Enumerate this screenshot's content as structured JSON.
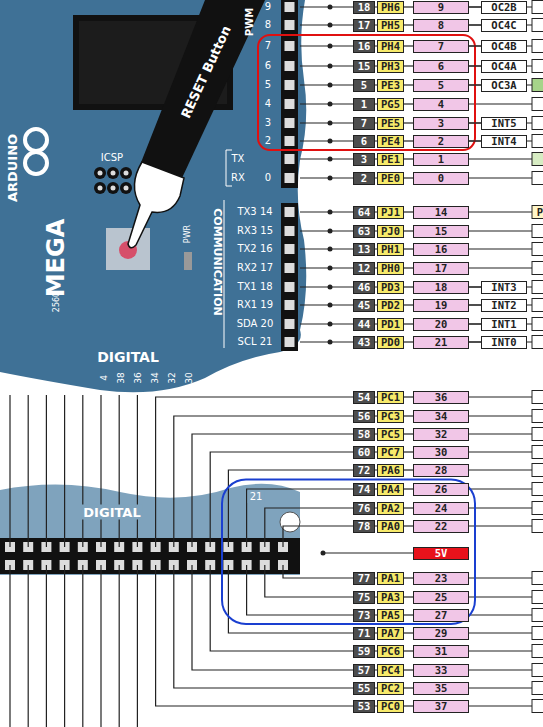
{
  "diagram": {
    "nodes": [
      {
        "text": [
          "18"
        ]
      },
      {
        "text": [
          "PH6"
        ]
      },
      {
        "text": [
          "9"
        ]
      },
      {
        "text": [
          "OC2B"
        ]
      },
      {
        "text": [
          "17"
        ]
      },
      {
        "text": [
          "PH5"
        ]
      },
      {
        "text": [
          "8"
        ]
      },
      {
        "text": [
          "OC4C"
        ]
      },
      {
        "text": [
          "16"
        ]
      },
      {
        "text": [
          "PH4"
        ]
      },
      {
        "text": [
          "7"
        ]
      },
      {
        "text": [
          "OC4B"
        ]
      },
      {
        "text": [
          "15"
        ]
      },
      {
        "text": [
          "PH3"
        ]
      },
      {
        "text": [
          "6"
        ]
      },
      {
        "text": [
          "OC4A"
        ]
      },
      {
        "text": [
          "5"
        ]
      },
      {
        "text": [
          "PE3"
        ]
      },
      {
        "text": [
          "5"
        ]
      },
      {
        "text": [
          "OC3A"
        ]
      },
      {
        "text": [
          "1"
        ]
      },
      {
        "text": [
          "PG5"
        ]
      },
      {
        "text": [
          "4"
        ]
      },
      {
        "text": [
          "7"
        ]
      },
      {
        "text": [
          "PE5"
        ]
      },
      {
        "text": [
          "3"
        ]
      },
      {
        "text": [
          "INT5"
        ]
      },
      {
        "text": [
          "6"
        ]
      },
      {
        "text": [
          "PE4"
        ]
      },
      {
        "text": [
          "2"
        ]
      },
      {
        "text": [
          "INT4"
        ]
      },
      {
        "text": [
          "3"
        ]
      },
      {
        "text": [
          "PE1"
        ]
      },
      {
        "text": [
          "1"
        ]
      },
      {
        "text": [
          "2"
        ]
      },
      {
        "text": [
          "PE0"
        ]
      },
      {
        "text": [
          "0"
        ]
      },
      {
        "text": [
          "64"
        ]
      },
      {
        "text": [
          "PJ1"
        ]
      },
      {
        "text": [
          "14"
        ]
      },
      {
        "text": [
          "63"
        ]
      },
      {
        "text": [
          "PJ0"
        ]
      },
      {
        "text": [
          "15"
        ]
      },
      {
        "text": [
          "13"
        ]
      },
      {
        "text": [
          "PH1"
        ]
      },
      {
        "text": [
          "16"
        ]
      },
      {
        "text": [
          "12"
        ]
      },
      {
        "text": [
          "PH0"
        ]
      },
      {
        "text": [
          "17"
        ]
      },
      {
        "text": [
          "46"
        ]
      },
      {
        "text": [
          "PD3"
        ]
      },
      {
        "text": [
          "18"
        ]
      },
      {
        "text": [
          "INT3"
        ]
      },
      {
        "text": [
          "45"
        ]
      },
      {
        "text": [
          "PD2"
        ]
      },
      {
        "text": [
          "19"
        ]
      },
      {
        "text": [
          "INT2"
        ]
      },
      {
        "text": [
          "44"
        ]
      },
      {
        "text": [
          "PD1"
        ]
      },
      {
        "text": [
          "20"
        ]
      },
      {
        "text": [
          "INT1"
        ]
      },
      {
        "text": [
          "43"
        ]
      },
      {
        "text": [
          "PD0"
        ]
      },
      {
        "text": [
          "21"
        ]
      },
      {
        "text": [
          "INT0"
        ]
      },
      {
        "text": [
          "54"
        ]
      },
      {
        "text": [
          "PC1"
        ]
      },
      {
        "text": [
          "36"
        ]
      },
      {
        "text": [
          "56"
        ]
      },
      {
        "text": [
          "PC3"
        ]
      },
      {
        "text": [
          "34"
        ]
      },
      {
        "text": [
          "58"
        ]
      },
      {
        "text": [
          "PC5"
        ]
      },
      {
        "text": [
          "32"
        ]
      },
      {
        "text": [
          "60"
        ]
      },
      {
        "text": [
          "PC7"
        ]
      },
      {
        "text": [
          "30"
        ]
      },
      {
        "text": [
          "72"
        ]
      },
      {
        "text": [
          "PA6"
        ]
      },
      {
        "text": [
          "28"
        ]
      },
      {
        "text": [
          "74"
        ]
      },
      {
        "text": [
          "PA4"
        ]
      },
      {
        "text": [
          "26"
        ]
      },
      {
        "text": [
          "76"
        ]
      },
      {
        "text": [
          "PA2"
        ]
      },
      {
        "text": [
          "24"
        ]
      },
      {
        "text": [
          "78"
        ]
      },
      {
        "text": [
          "PA0"
        ]
      },
      {
        "text": [
          "22"
        ]
      },
      {
        "text": [
          "5V"
        ]
      },
      {
        "text": [
          "77"
        ]
      },
      {
        "text": [
          "PA1"
        ]
      },
      {
        "text": [
          "23"
        ]
      },
      {
        "text": [
          "75"
        ]
      },
      {
        "text": [
          "PA3"
        ]
      },
      {
        "text": [
          "25"
        ]
      },
      {
        "text": [
          "73"
        ]
      },
      {
        "text": [
          "PA5"
        ]
      },
      {
        "text": [
          "27"
        ]
      },
      {
        "text": [
          "71"
        ]
      },
      {
        "text": [
          "PA7"
        ]
      },
      {
        "text": [
          "29"
        ]
      },
      {
        "text": [
          "59"
        ]
      },
      {
        "text": [
          "PC6"
        ]
      },
      {
        "text": [
          "31"
        ]
      },
      {
        "text": [
          "57"
        ]
      },
      {
        "text": [
          "PC4"
        ]
      },
      {
        "text": [
          "33"
        ]
      },
      {
        "text": [
          "55"
        ]
      },
      {
        "text": [
          "PC2"
        ]
      },
      {
        "text": [
          "35"
        ]
      },
      {
        "text": [
          "53"
        ]
      },
      {
        "text": [
          "PC0"
        ]
      },
      {
        "text": [
          "37"
        ]
      }
    ],
    "edges": [
      {
        "from": 0,
        "to": 1,
        "arrow": "none"
      },
      {
        "from": 1,
        "to": 2,
        "arrow": "none"
      },
      {
        "from": 2,
        "to": 3,
        "arrow": "none"
      },
      {
        "from": 4,
        "to": 5,
        "arrow": "none"
      },
      {
        "from": 5,
        "to": 6,
        "arrow": "none"
      },
      {
        "from": 6,
        "to": 7,
        "arrow": "none"
      },
      {
        "from": 8,
        "to": 9,
        "arrow": "none"
      },
      {
        "from": 9,
        "to": 10,
        "arrow": "none"
      },
      {
        "from": 10,
        "to": 11,
        "arrow": "none"
      },
      {
        "from": 12,
        "to": 13,
        "arrow": "none"
      },
      {
        "from": 13,
        "to": 14,
        "arrow": "none"
      },
      {
        "from": 14,
        "to": 15,
        "arrow": "none"
      },
      {
        "from": 16,
        "to": 17,
        "arrow": "none"
      },
      {
        "from": 17,
        "to": 18,
        "arrow": "none"
      },
      {
        "from": 18,
        "to": 19,
        "arrow": "none"
      },
      {
        "from": 20,
        "to": 21,
        "arrow": "none"
      },
      {
        "from": 21,
        "to": 22,
        "arrow": "none"
      },
      {
        "from": 23,
        "to": 24,
        "arrow": "none"
      },
      {
        "from": 24,
        "to": 25,
        "arrow": "none"
      },
      {
        "from": 25,
        "to": 26,
        "arrow": "none"
      },
      {
        "from": 27,
        "to": 28,
        "arrow": "none"
      },
      {
        "from": 28,
        "to": 29,
        "arrow": "none"
      },
      {
        "from": 29,
        "to": 30,
        "arrow": "none"
      },
      {
        "from": 31,
        "to": 32,
        "arrow": "none"
      },
      {
        "from": 32,
        "to": 33,
        "arrow": "none"
      },
      {
        "from": 34,
        "to": 35,
        "arrow": "none"
      },
      {
        "from": 35,
        "to": 36,
        "arrow": "none"
      },
      {
        "from": 37,
        "to": 38,
        "arrow": "none"
      },
      {
        "from": 38,
        "to": 39,
        "arrow": "none"
      },
      {
        "from": 40,
        "to": 41,
        "arrow": "none"
      },
      {
        "from": 41,
        "to": 42,
        "arrow": "none"
      },
      {
        "from": 43,
        "to": 44,
        "arrow": "none"
      },
      {
        "from": 44,
        "to": 45,
        "arrow": "none"
      },
      {
        "from": 46,
        "to": 47,
        "arrow": "none"
      },
      {
        "from": 47,
        "to": 48,
        "arrow": "none"
      },
      {
        "from": 49,
        "to": 50,
        "arrow": "none"
      },
      {
        "from": 50,
        "to": 51,
        "arrow": "none"
      },
      {
        "from": 51,
        "to": 52,
        "arrow": "none"
      },
      {
        "from": 53,
        "to": 54,
        "arrow": "none"
      },
      {
        "from": 54,
        "to": 55,
        "arrow": "none"
      },
      {
        "from": 55,
        "to": 56,
        "arrow": "none"
      },
      {
        "from": 57,
        "to": 58,
        "arrow": "none"
      },
      {
        "from": 58,
        "to": 59,
        "arrow": "none"
      },
      {
        "from": 59,
        "to": 60,
        "arrow": "none"
      },
      {
        "from": 61,
        "to": 62,
        "arrow": "none"
      },
      {
        "from": 62,
        "to": 63,
        "arrow": "none"
      },
      {
        "from": 63,
        "to": 64,
        "arrow": "none"
      },
      {
        "from": 65,
        "to": 66,
        "arrow": "none"
      },
      {
        "from": 66,
        "to": 67,
        "arrow": "none"
      },
      {
        "from": 68,
        "to": 69,
        "arrow": "none"
      },
      {
        "from": 69,
        "to": 70,
        "arrow": "none"
      },
      {
        "from": 71,
        "to": 72,
        "arrow": "none"
      },
      {
        "from": 72,
        "to": 73,
        "arrow": "none"
      },
      {
        "from": 74,
        "to": 75,
        "arrow": "none"
      },
      {
        "from": 75,
        "to": 76,
        "arrow": "none"
      },
      {
        "from": 77,
        "to": 78,
        "arrow": "none"
      },
      {
        "from": 78,
        "to": 79,
        "arrow": "none"
      },
      {
        "from": 80,
        "to": 81,
        "arrow": "none"
      },
      {
        "from": 81,
        "to": 82,
        "arrow": "none"
      },
      {
        "from": 83,
        "to": 84,
        "arrow": "none"
      },
      {
        "from": 84,
        "to": 85,
        "arrow": "none"
      },
      {
        "from": 86,
        "to": 87,
        "arrow": "none"
      },
      {
        "from": 87,
        "to": 88,
        "arrow": "none"
      },
      {
        "from": 90,
        "to": 91,
        "arrow": "none"
      },
      {
        "from": 91,
        "to": 92,
        "arrow": "none"
      },
      {
        "from": 93,
        "to": 94,
        "arrow": "none"
      },
      {
        "from": 94,
        "to": 95,
        "arrow": "none"
      },
      {
        "from": 96,
        "to": 97,
        "arrow": "none"
      },
      {
        "from": 97,
        "to": 98,
        "arrow": "none"
      },
      {
        "from": 99,
        "to": 100,
        "arrow": "none"
      },
      {
        "from": 100,
        "to": 101,
        "arrow": "none"
      },
      {
        "from": 102,
        "to": 103,
        "arrow": "none"
      },
      {
        "from": 103,
        "to": 104,
        "arrow": "none"
      },
      {
        "from": 105,
        "to": 106,
        "arrow": "none"
      },
      {
        "from": 106,
        "to": 107,
        "arrow": "none"
      },
      {
        "from": 108,
        "to": 109,
        "arrow": "none"
      },
      {
        "from": 109,
        "to": 110,
        "arrow": "none"
      },
      {
        "from": 111,
        "to": 112,
        "arrow": "none"
      },
      {
        "from": 112,
        "to": 113,
        "arrow": "none"
      }
    ],
    "labels": [
      "ARDUINO",
      "MEGA",
      "2560",
      "ICSP",
      "PWR",
      "RESET Button",
      "PWM",
      "9",
      "8",
      "7",
      "6",
      "5",
      "4",
      "3",
      "2",
      "TX",
      "RX",
      "0",
      "COMMUNICATION",
      "TX3 14",
      "RX3 15",
      "TX2 16",
      "RX2 17",
      "TX1 18",
      "RX1 19",
      "SDA 20",
      "SCL 21",
      "DIGITAL",
      "4",
      "38",
      "36",
      "34",
      "32",
      "30",
      "DIGITAL",
      "21",
      "P"
    ]
  }
}
